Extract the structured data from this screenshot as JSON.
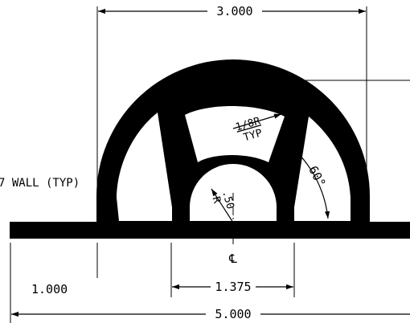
{
  "drawing": {
    "colors": {
      "ink": "#000000",
      "paper": "#ffffff"
    },
    "dimensions": {
      "overall_width": "5.000",
      "dome_width": "3.000",
      "flange": "1.000",
      "base_opening": "1.375"
    },
    "callouts": {
      "wall": "7 WALL (TYP)",
      "fillet_radius": "1/8R",
      "fillet_typ": "TYP",
      "inner_radius": ".50",
      "inner_radius_r": "R",
      "angle": "60°",
      "centerline": "℄"
    }
  }
}
